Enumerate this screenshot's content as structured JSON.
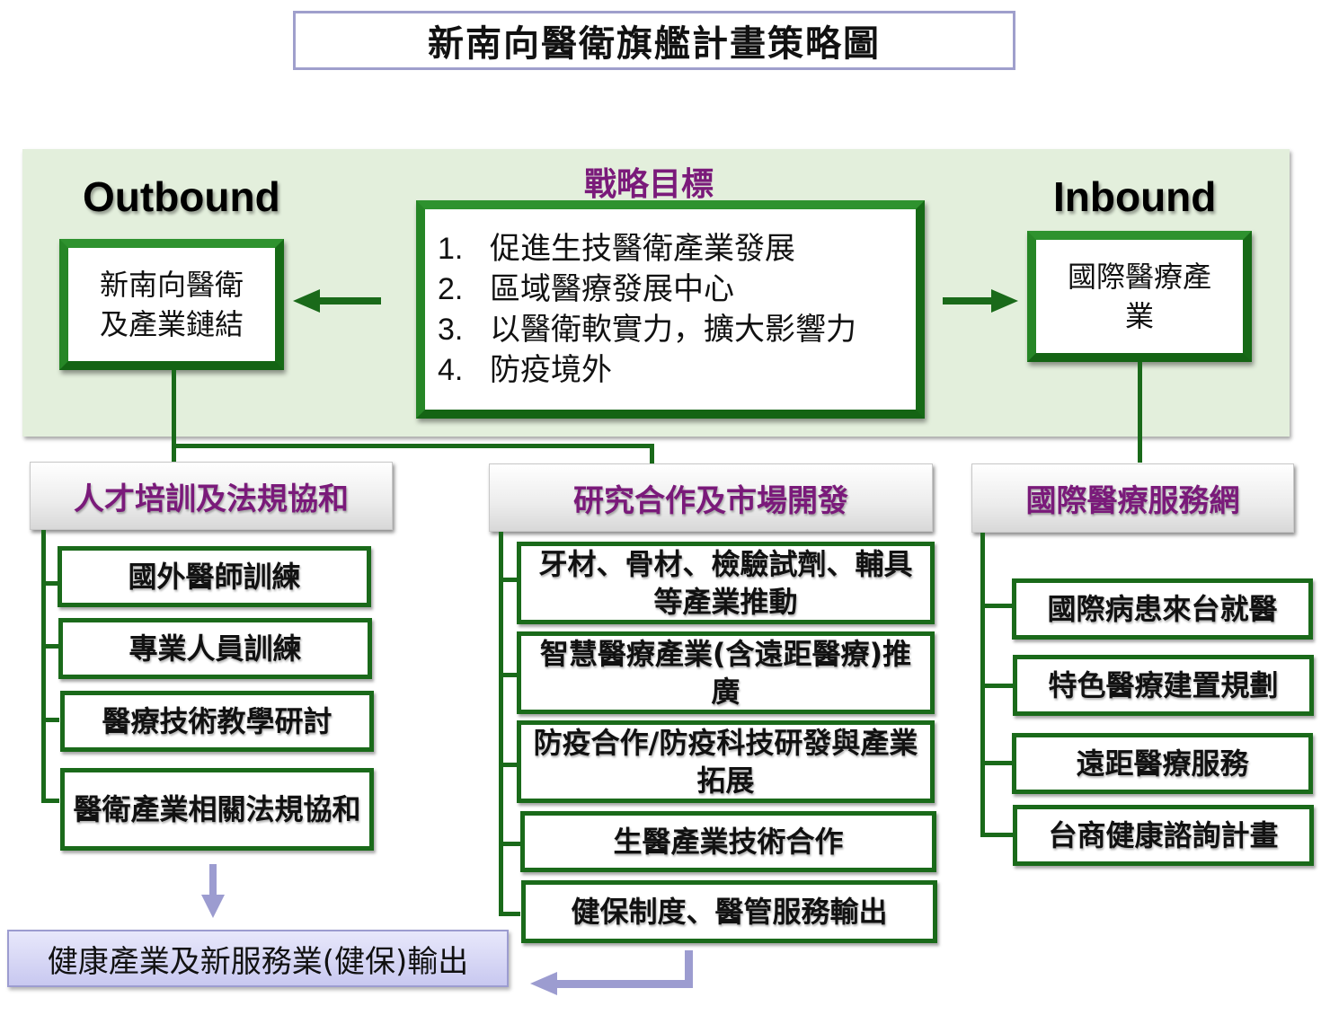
{
  "title": "新南向醫衛旗艦計畫策略圖",
  "strategy": {
    "outbound_label": "Outbound",
    "inbound_label": "Inbound",
    "goals_heading": "戰略目標",
    "goals": [
      {
        "num": "1.",
        "text": "促進生技醫衛產業發展"
      },
      {
        "num": "2.",
        "text": "區域醫療發展中心"
      },
      {
        "num": "3.",
        "text": "以醫衛軟實力，擴大影響力"
      },
      {
        "num": "4.",
        "text": "防疫境外"
      }
    ],
    "outbound_box": {
      "line1": "新南向醫衛",
      "line2": "及產業鏈結"
    },
    "inbound_box": {
      "line1": "國際醫療產",
      "line2": "業"
    }
  },
  "categories": [
    {
      "title": "人才培訓及法規協和",
      "items": [
        "國外醫師訓練",
        "專業人員訓練",
        "醫療技術教學研討",
        "醫衛產業相關法規協和"
      ]
    },
    {
      "title": "研究合作及市場開發",
      "items": [
        "牙材、骨材、檢驗試劑、輔具等產業推動",
        "智慧醫療產業(含遠距醫療)推廣",
        "防疫合作/防疫科技研發與產業拓展",
        "生醫產業技術合作",
        "健保制度、醫管服務輸出"
      ]
    },
    {
      "title": "國際醫療服務網",
      "items": [
        "國際病患來台就醫",
        "特色醫療建置規劃",
        "遠距醫療服務",
        "台商健康諮詢計畫"
      ]
    }
  ],
  "output": "健康產業及新服務業(健保)輸出",
  "colors": {
    "green": "#1a6a1a",
    "purple_text": "#7a1a7a",
    "lavender": "#9c9cd0",
    "band": "#e3efdc"
  }
}
